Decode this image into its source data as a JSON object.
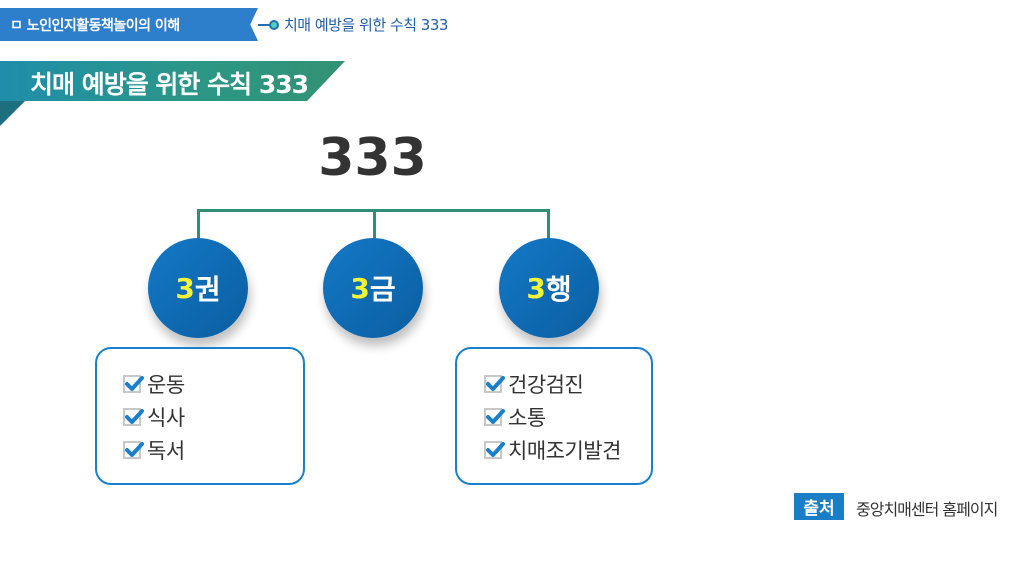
{
  "header": {
    "section_tab": "ㅁ 노인인지활동책놀이의 이해",
    "breadcrumb": "치매 예방을 위한 수칙 333"
  },
  "title": "치매 예방을 위한 수칙 333",
  "diagram": {
    "root": "333",
    "nodes": [
      {
        "num": "3",
        "word": "권",
        "items": [
          "운동",
          "식사",
          "독서"
        ]
      },
      {
        "num": "3",
        "word": "금",
        "items": []
      },
      {
        "num": "3",
        "word": "행",
        "items": [
          "건강검진",
          "소통",
          "치매조기발견"
        ]
      }
    ]
  },
  "source": {
    "label": "출처",
    "text": "중앙치매센터 홈페이지"
  },
  "colors": {
    "tab_blue": "#2e7fcb",
    "band_teal": "#2c9784",
    "circle_blue": "#0f6bb4",
    "accent_yellow": "#f3f33a",
    "check_blue": "#1a80cc"
  }
}
